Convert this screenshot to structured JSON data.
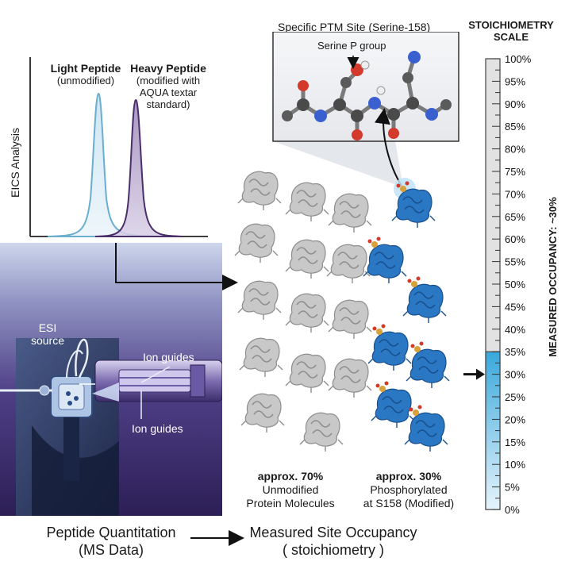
{
  "eics": {
    "axis_label": "EICS Analysis",
    "light": {
      "title": "Light Peptide",
      "subtitle": "(unmodified)"
    },
    "heavy": {
      "title": "Heavy Peptide",
      "subtitle_1": "(modified with",
      "subtitle_2": "AQUA textar",
      "subtitle_3": "standard)"
    }
  },
  "instrument": {
    "esi_1": "ESI",
    "esi_2": "source",
    "ion_guides_top": "Ion guides",
    "ion_guides_bottom": "Ion guides"
  },
  "ptm": {
    "title": "Specific PTM Site (Serine-158)",
    "group_label": "Serine P group"
  },
  "population": {
    "unmodified_pct": "approx. 70%",
    "unmodified_l1": "Unmodified",
    "unmodified_l2": "Protein Molecules",
    "modified_pct": "approx. 30%",
    "modified_l1": "Phosphorylated",
    "modified_l2": "at S158 (Modified)"
  },
  "scale": {
    "title_1": "STOICHIOMETRY",
    "title_2": "SCALE",
    "ticks": [
      "100%",
      "95%",
      "90%",
      "85%",
      "80%",
      "75%",
      "70%",
      "65%",
      "60%",
      "55%",
      "50%",
      "45%",
      "40%",
      "35%",
      "30%",
      "25%",
      "20%",
      "15%",
      "10%",
      "5%",
      "0%"
    ],
    "fill_level_percent": 35,
    "pointer_value_percent": 30,
    "measured_label": "MEASURED OCCUPANCY: ~30%"
  },
  "footer": {
    "left_1": "Peptide Quantitation",
    "left_2": "(MS Data)",
    "right_1": "Measured Site Occupancy",
    "right_2": "( stoichiometry )"
  },
  "colors": {
    "light_peak": "#6aaed0",
    "heavy_peak": "#4a2f6a",
    "modified_protein": "#2a78c4",
    "unmodified_protein": "#c8c8c8",
    "scale_fill": "#3aa8dc",
    "instrument_bg": "#3e2f6e"
  }
}
